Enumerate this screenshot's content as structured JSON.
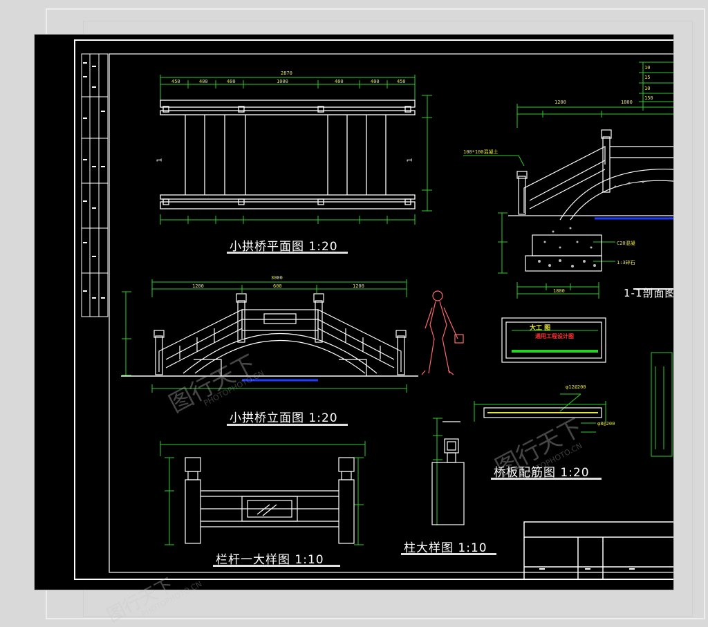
{
  "drawing": {
    "views": {
      "plan_title": "小拱桥平面图 1:20",
      "elevation_title": "小拱桥立面图 1:20",
      "railing_title": "栏杆一大样图 1:10",
      "column_title": "柱大样图 1:10",
      "slab_title": "桥板配筋图 1:20",
      "section_title": "1-1剖面图"
    },
    "stamp": {
      "heading": "大工 图",
      "text": "通用工程设计图"
    },
    "section_marks": {
      "left": "1",
      "right": "1"
    },
    "callouts": {
      "rail_note": "100*100混凝土",
      "c20": "C20混凝",
      "gravel": "1:3碎石",
      "rebar_a": "φ12@200",
      "rebar_b": "φ8@200"
    },
    "dims": {
      "plan_total": "2870",
      "elev_total": "3000",
      "section_total": "1800"
    },
    "watermark": {
      "brand": "图行天下",
      "url": "PHOTOPHOTO.CN"
    },
    "colors": {
      "background": "#000000",
      "lines": "#ffffff",
      "dimensions": "#2bd12b",
      "text_dims": "#e6e63a",
      "water": "#1f3cff",
      "figure": "#ff6a6a"
    }
  }
}
